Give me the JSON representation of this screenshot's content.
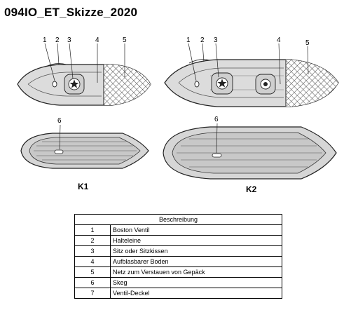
{
  "title": "094IO_ET_Skizze_2020",
  "callouts": {
    "k1_top": [
      "1",
      "2",
      "3",
      "4",
      "5"
    ],
    "k1_bottom": [
      "6"
    ],
    "k2_top": [
      "1",
      "2",
      "3",
      "4",
      "5"
    ],
    "k2_bottom": [
      "6"
    ]
  },
  "models": {
    "k1": "K1",
    "k2": "K2"
  },
  "table": {
    "header": "Beschreibung",
    "rows": [
      {
        "num": "1",
        "text": "Boston Ventil"
      },
      {
        "num": "2",
        "text": "Halteleine"
      },
      {
        "num": "3",
        "text": "Sitz oder Sitzkissen"
      },
      {
        "num": "4",
        "text": "Aufblasbarer Boden"
      },
      {
        "num": "5",
        "text": "Netz zum Verstauen von Gepäck"
      },
      {
        "num": "6",
        "text": "Skeg"
      },
      {
        "num": "7",
        "text": "Ventil-Deckel"
      }
    ]
  }
}
